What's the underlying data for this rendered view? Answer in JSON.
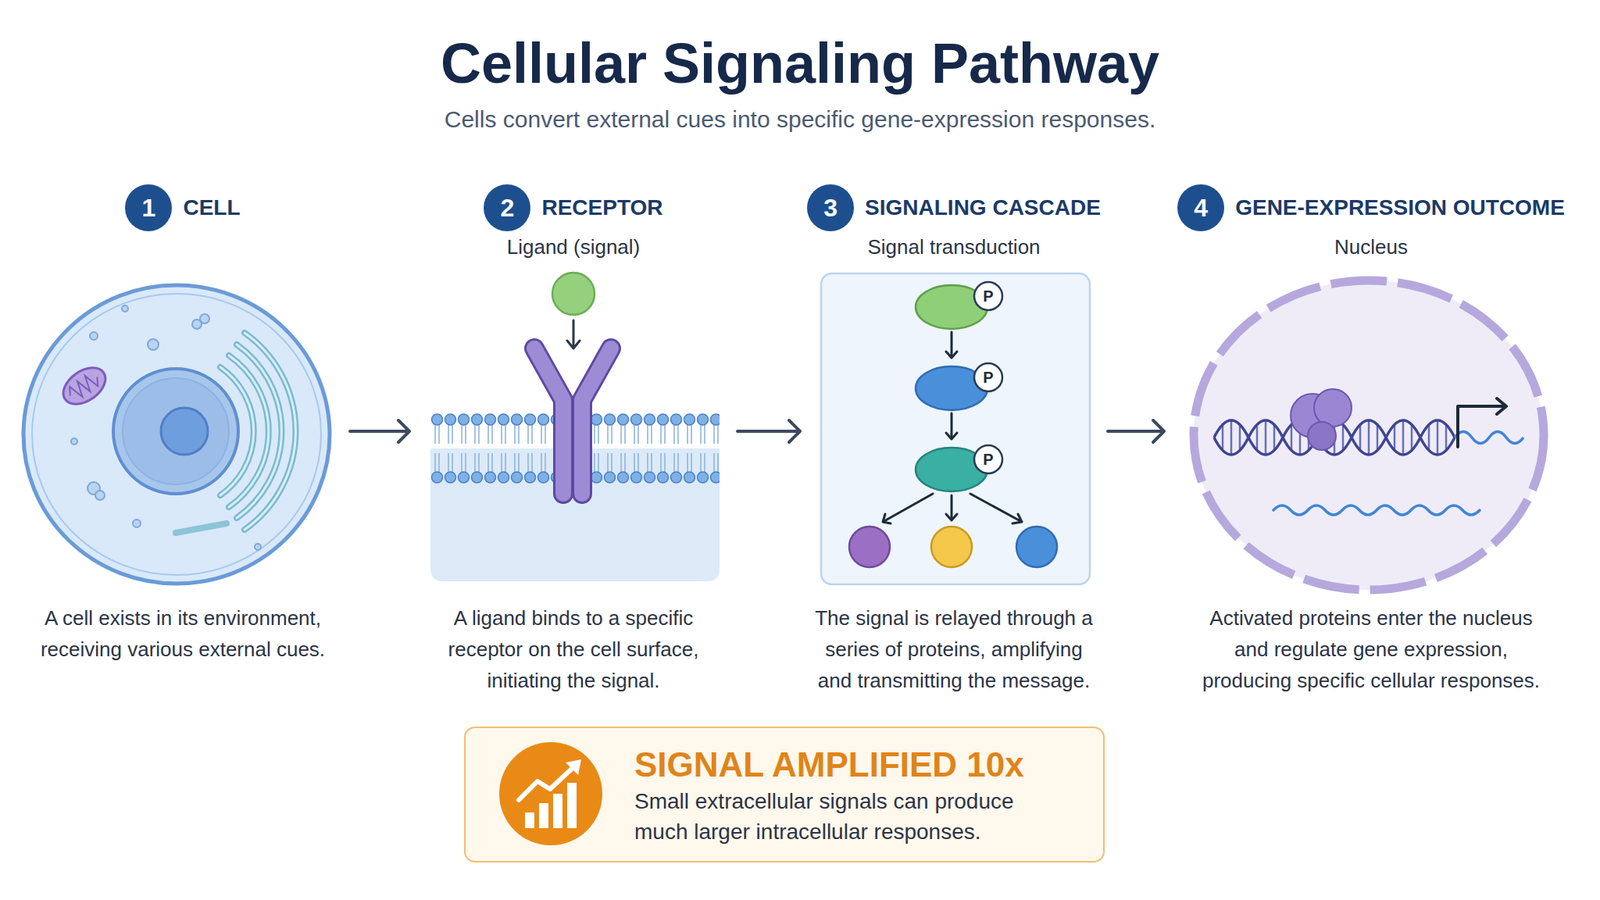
{
  "diagram": {
    "title": "Cellular Signaling Pathway",
    "caption": "Cells convert external cues into specific gene-expression responses.",
    "nodes": [
      {
        "text": [
          "1",
          "CELL",
          "A cell exists in its environment, receiving various external cues."
        ]
      },
      {
        "text": [
          "2",
          "RECEPTOR",
          "Ligand (signal)",
          "A ligand binds to a specific receptor on the cell surface, initiating the signal."
        ]
      },
      {
        "text": [
          "3",
          "SIGNALING CASCADE",
          "Signal transduction",
          "The signal is relayed through a series of proteins, amplifying and transmitting the message."
        ]
      },
      {
        "text": [
          "4",
          "GENE-EXPRESSION OUTCOME",
          "Nucleus",
          "Activated proteins enter the nucleus and regulate gene expression, producing specific cellular responses."
        ]
      },
      {
        "text": [
          "SIGNAL AMPLIFIED 10x",
          "Small extracellular signals can produce much larger intracellular responses."
        ]
      }
    ],
    "edges": [
      {
        "from": 0,
        "to": 1,
        "arrow": "to"
      },
      {
        "from": 1,
        "to": 2,
        "arrow": "to"
      },
      {
        "from": 2,
        "to": 3,
        "arrow": "to"
      }
    ],
    "labels": [
      "P",
      "P",
      "P"
    ]
  }
}
